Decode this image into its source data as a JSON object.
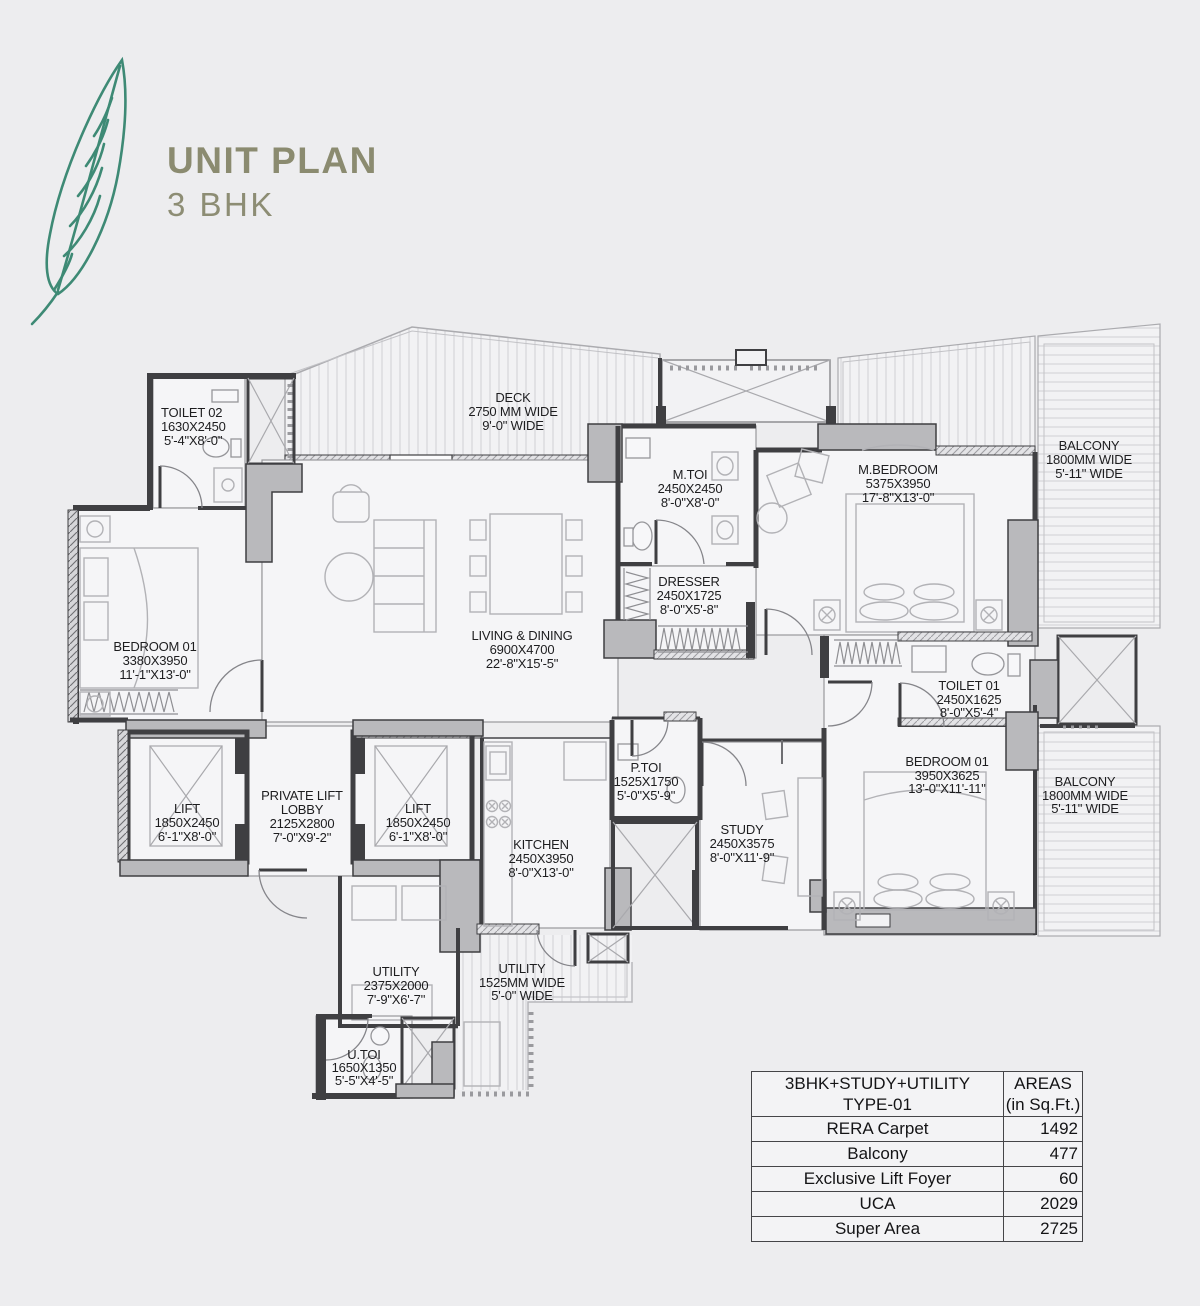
{
  "header": {
    "title": "UNIT PLAN",
    "subtitle": "3 BHK"
  },
  "colors": {
    "title": "#8b8b70",
    "leaf": "#3e8a75",
    "wall": "#3f3f42",
    "column_gray": "#b9b9bc",
    "background": "#ededef"
  },
  "rooms": [
    {
      "id": "toilet-02",
      "name": "TOILET 02",
      "dim_mm": "1630X2450",
      "dim_ft": "5'-4\"X8'-0\""
    },
    {
      "id": "deck",
      "name": "DECK",
      "dim_mm": "2750 MM WIDE",
      "dim_ft": "9'-0\" WIDE"
    },
    {
      "id": "m-toi",
      "name": "M.TOI",
      "dim_mm": "2450X2450",
      "dim_ft": "8'-0\"X8'-0\""
    },
    {
      "id": "m-bedroom",
      "name": "M.BEDROOM",
      "dim_mm": "5375X3950",
      "dim_ft": "17'-8\"X13'-0\""
    },
    {
      "id": "balcony-top-right",
      "name": "BALCONY",
      "dim_mm": "1800MM WIDE",
      "dim_ft": "5'-11\" WIDE"
    },
    {
      "id": "bedroom-01-left",
      "name": "BEDROOM 01",
      "dim_mm": "3380X3950",
      "dim_ft": "11'-1\"X13'-0\""
    },
    {
      "id": "living-dining",
      "name": "LIVING & DINING",
      "dim_mm": "6900X4700",
      "dim_ft": "22'-8\"X15'-5\""
    },
    {
      "id": "dresser",
      "name": "DRESSER",
      "dim_mm": "2450X1725",
      "dim_ft": "8'-0\"X5'-8\""
    },
    {
      "id": "toilet-01",
      "name": "TOILET 01",
      "dim_mm": "2450X1625",
      "dim_ft": "8'-0\"X5'-4\""
    },
    {
      "id": "bedroom-01-right",
      "name": "BEDROOM 01",
      "dim_mm": "3950X3625",
      "dim_ft": "13'-0\"X11'-11\""
    },
    {
      "id": "balcony-right",
      "name": "BALCONY",
      "dim_mm": "1800MM WIDE",
      "dim_ft": "5'-11\" WIDE"
    },
    {
      "id": "lift-left",
      "name": "LIFT",
      "dim_mm": "1850X2450",
      "dim_ft": "6'-1\"X8'-0\""
    },
    {
      "id": "private-lift-lobby",
      "name": "PRIVATE LIFT",
      "name2": "LOBBY",
      "dim_mm": "2125X2800",
      "dim_ft": "7'-0\"X9'-2\""
    },
    {
      "id": "lift-right",
      "name": "LIFT",
      "dim_mm": "1850X2450",
      "dim_ft": "6'-1\"X8'-0\""
    },
    {
      "id": "kitchen",
      "name": "KITCHEN",
      "dim_mm": "2450X3950",
      "dim_ft": "8'-0\"X13'-0\""
    },
    {
      "id": "p-toi",
      "name": "P.TOI",
      "dim_mm": "1525X1750",
      "dim_ft": "5'-0\"X5'-9\""
    },
    {
      "id": "study",
      "name": "STUDY",
      "dim_mm": "2450X3575",
      "dim_ft": "8'-0\"X11'-9\""
    },
    {
      "id": "utility-1",
      "name": "UTILITY",
      "dim_mm": "2375X2000",
      "dim_ft": "7'-9\"X6'-7\""
    },
    {
      "id": "utility-2",
      "name": "UTILITY",
      "dim_mm": "1525MM WIDE",
      "dim_ft": "5'-0\" WIDE"
    },
    {
      "id": "u-toi",
      "name": "U.TOI",
      "dim_mm": "1650X1350",
      "dim_ft": "5'-5\"X4'-5\""
    }
  ],
  "areas_table": {
    "header": {
      "title_line1": "3BHK+STUDY+UTILITY",
      "title_line2": "TYPE-01",
      "areas_line1": "AREAS",
      "areas_line2": "(in Sq.Ft.)"
    },
    "rows": [
      {
        "label": "RERA Carpet",
        "value": "1492"
      },
      {
        "label": "Balcony",
        "value": "477"
      },
      {
        "label": "Exclusive Lift Foyer",
        "value": "60"
      },
      {
        "label": "UCA",
        "value": "2029"
      },
      {
        "label": "Super Area",
        "value": "2725"
      }
    ]
  }
}
